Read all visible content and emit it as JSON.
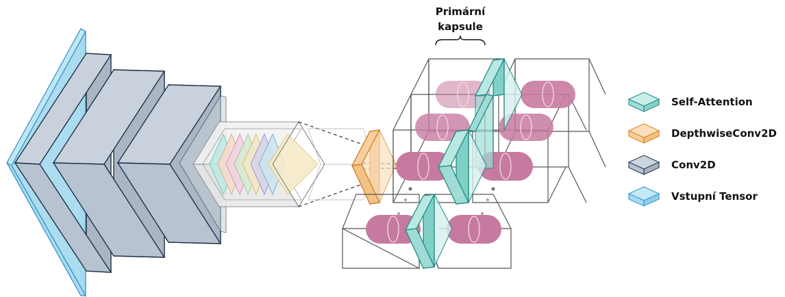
{
  "annotation": {
    "line1": "Primární",
    "line2": "kapsule"
  },
  "legend": {
    "items": [
      {
        "label": "Self-Attention",
        "fill": "#b9e8e2",
        "stroke": "#2a8f86"
      },
      {
        "label": "DepthwiseConv2D",
        "fill": "#f7cf9e",
        "stroke": "#d98a2b"
      },
      {
        "label": "Conv2D",
        "fill": "#b7c3d0",
        "stroke": "#2f4458"
      },
      {
        "label": "Vstupní Tensor",
        "fill": "#a7dbef",
        "stroke": "#3c9ccf"
      }
    ]
  },
  "colors": {
    "input_tensor": "#a7dbef",
    "conv2d": "#b7c3d0",
    "conv2d_edge": "#1e3148",
    "depthwise": "#f7cf9e",
    "self_attention": "#9fdcd6",
    "capsule": "#c77aa0",
    "cube_edge": "#555555"
  }
}
